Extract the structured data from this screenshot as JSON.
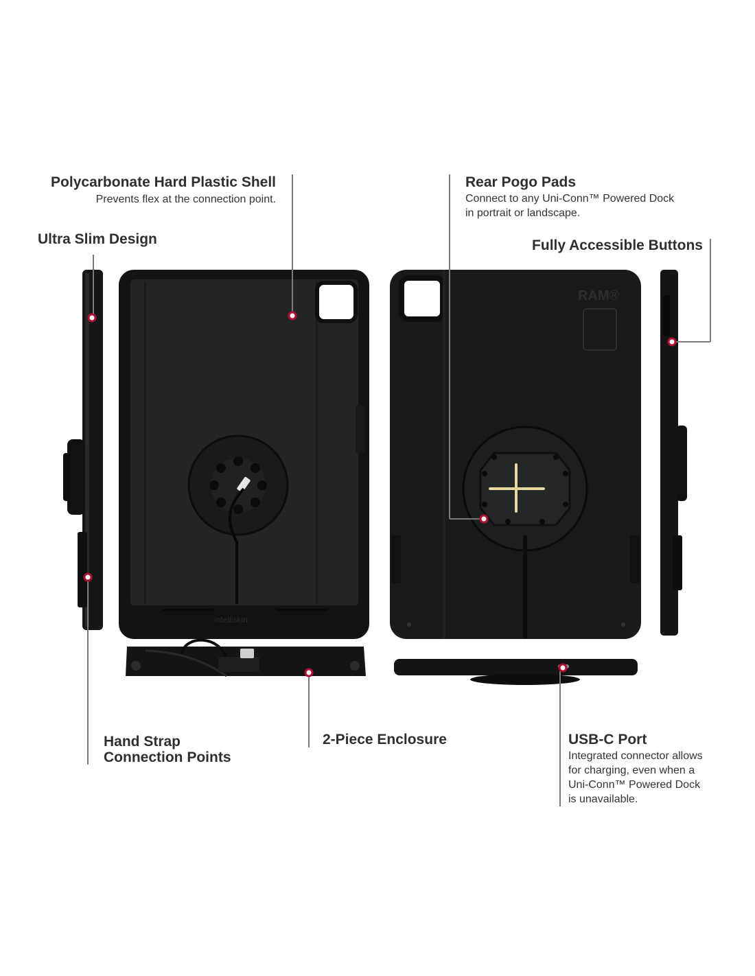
{
  "callouts": {
    "shell": {
      "title": "Polycarbonate Hard Plastic Shell",
      "desc": "Prevents flex at the connection point."
    },
    "slim": {
      "title": "Ultra Slim Design"
    },
    "pogo": {
      "title": "Rear Pogo Pads",
      "desc_lines": [
        "Connect to any Uni-Conn™ Powered Dock",
        "in portrait or landscape."
      ]
    },
    "buttons": {
      "title": "Fully Accessible Buttons"
    },
    "strap": {
      "title_lines": [
        "Hand Strap",
        "Connection Points"
      ]
    },
    "enclosure": {
      "title": "2-Piece Enclosure"
    },
    "usbc": {
      "title": "USB-C Port",
      "desc_lines": [
        "Integrated connector allows",
        "for charging, even when a",
        "Uni-Conn™ Powered Dock",
        "is unavailable."
      ]
    }
  },
  "product_marks": {
    "brand_logo": "RAM®",
    "inner_imprint": "intelliskin"
  },
  "colors": {
    "case_body": "#1b1b1b",
    "case_edge": "#0f0f0f",
    "leader_line": "#7a7a7a",
    "marker_ring": "#b01030",
    "pogo_pad": "#e8d7a0"
  }
}
